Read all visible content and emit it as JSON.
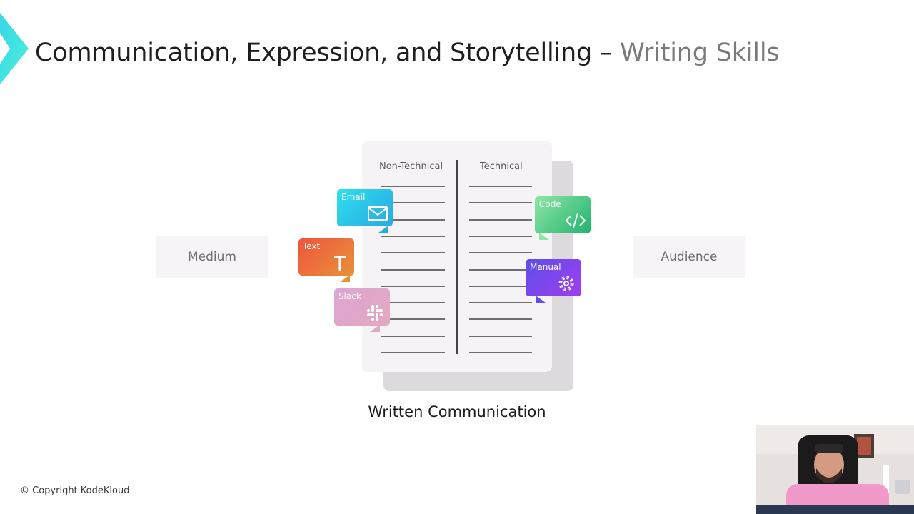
{
  "slide": {
    "title_main": "Communication, Expression, and Storytelling – ",
    "title_sub": "Writing Skills",
    "left_box": "Medium",
    "right_box": "Audience",
    "caption": "Written Communication",
    "copyright": "© Copyright KodeKloud"
  },
  "document": {
    "col_left": "Non-Technical",
    "col_right": "Technical"
  },
  "bubbles": {
    "email": {
      "label": "Email",
      "icon": "envelope-icon"
    },
    "text": {
      "label": "Text",
      "icon": "letter-t-icon"
    },
    "slack": {
      "label": "Slack",
      "icon": "slack-icon"
    },
    "code": {
      "label": "Code",
      "icon": "code-brackets-icon"
    },
    "manual": {
      "label": "Manual",
      "icon": "gear-icon"
    }
  },
  "colors": {
    "brand_accent": "#2ee0ec",
    "title_text": "#1e1e1e",
    "title_sub": "#7a7a7a"
  }
}
